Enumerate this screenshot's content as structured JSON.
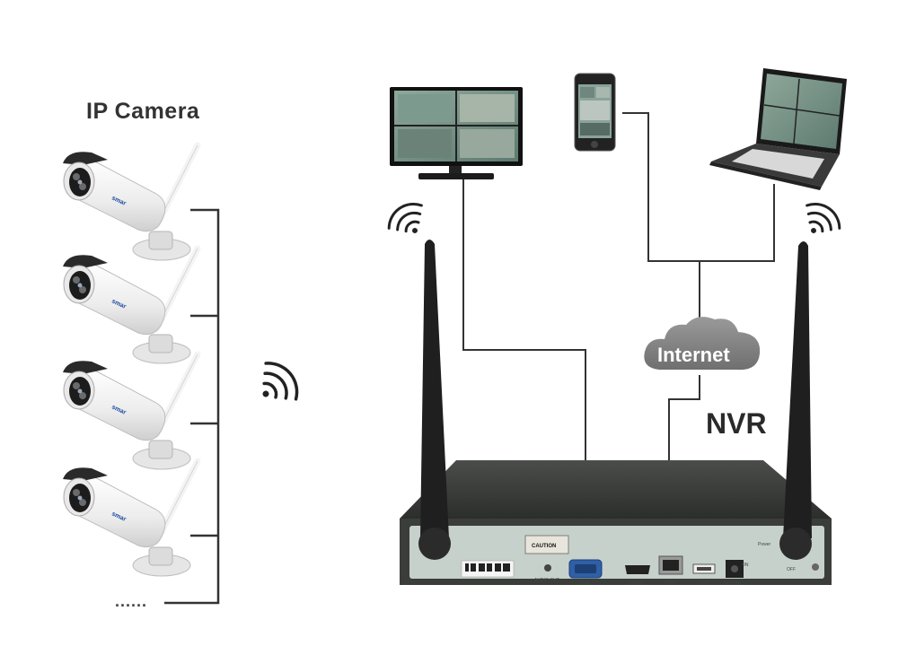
{
  "labels": {
    "ip_camera": "IP Camera",
    "nvr": "NVR",
    "internet": "Internet",
    "more_cameras": "......"
  },
  "camera_brand": "smar",
  "nvr_panel": {
    "caution": "CAUTION",
    "ports": [
      "AUDIO OUT",
      "VGA",
      "HDMI",
      "WAN",
      "USB",
      "DC 12V"
    ],
    "power_switch": [
      "ON",
      "OFF"
    ],
    "power_label": "Power"
  },
  "colors": {
    "line": "#333333",
    "cloud": "#8a8a8a",
    "nvr_body": "#3c3f3c",
    "nvr_panel": "#c5cfcb",
    "camera_white": "#f2f2f2",
    "antenna": "#1f1f1f"
  },
  "icons": [
    "wifi-signal-icon",
    "camera-icon",
    "monitor-icon",
    "smartphone-icon",
    "laptop-icon",
    "antenna-icon",
    "cloud-icon"
  ]
}
